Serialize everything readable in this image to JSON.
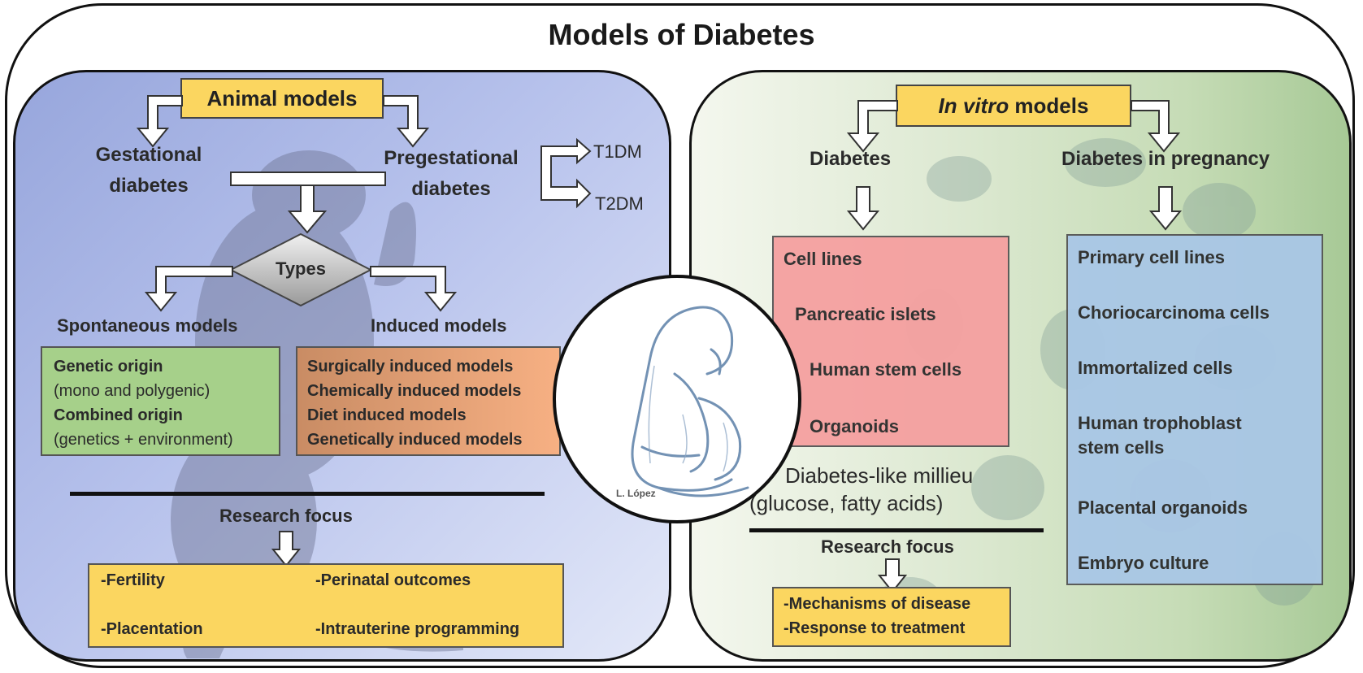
{
  "title": "Models of Diabetes",
  "animal": {
    "header_label": "Animal models",
    "gestational": [
      "Gestational",
      "diabetes"
    ],
    "pregestational": [
      "Pregestational",
      "diabetes"
    ],
    "t1dm": "T1DM",
    "t2dm": "T2DM",
    "types": "Types",
    "spontaneous": "Spontaneous  models",
    "induced": "Induced models",
    "spontaneous_box": [
      {
        "text": "Genetic origin",
        "bold": true
      },
      {
        "text": "(mono and polygenic)",
        "bold": false
      },
      {
        "text": "Combined origin",
        "bold": true
      },
      {
        "text": "(genetics + environment)",
        "bold": false
      }
    ],
    "induced_box": [
      "Surgically  induced models",
      "Chemically  induced models",
      "Diet induced models",
      "Genetically induced models"
    ],
    "research_focus": "Research focus",
    "focus_items": [
      "-Fertility",
      "-Perinatal outcomes",
      "-Placentation",
      "-Intrauterine programming"
    ]
  },
  "invitro": {
    "header_italic": "In vitro",
    "header_rest": " models",
    "diabetes": "Diabetes",
    "pregnancy": "Diabetes in pregnancy",
    "red_box": [
      "Cell lines",
      "Pancreatic islets",
      "Human  stem cells",
      "Organoids"
    ],
    "milieu": [
      "Diabetes-like millieu",
      "(glucose, fatty acids)"
    ],
    "research_focus": "Research focus",
    "focus_items": [
      "-Mechanisms of disease",
      "-Response to treatment"
    ],
    "blue_box": [
      "Primary  cell lines",
      "Choriocarcinoma  cells",
      "Immortalized  cells",
      "Human  trophoblast",
      "stem cells",
      "Placental  organoids",
      "Embryo  culture"
    ]
  },
  "signature": "L. López",
  "colors": {
    "yellow": "#fbd660",
    "green_box": "#a6d08a",
    "orange_box": "#f2a878",
    "red_box": "#f5a0a0",
    "blue_box": "#a9c7e6",
    "left_panel": "#b7c2ec",
    "right_panel": "#c6dcb6"
  },
  "icons": [
    "arrow-icon",
    "diamond-icon",
    "pregnant-woman-sketch-icon",
    "rat-silhouette-icon",
    "cells-background-icon"
  ]
}
